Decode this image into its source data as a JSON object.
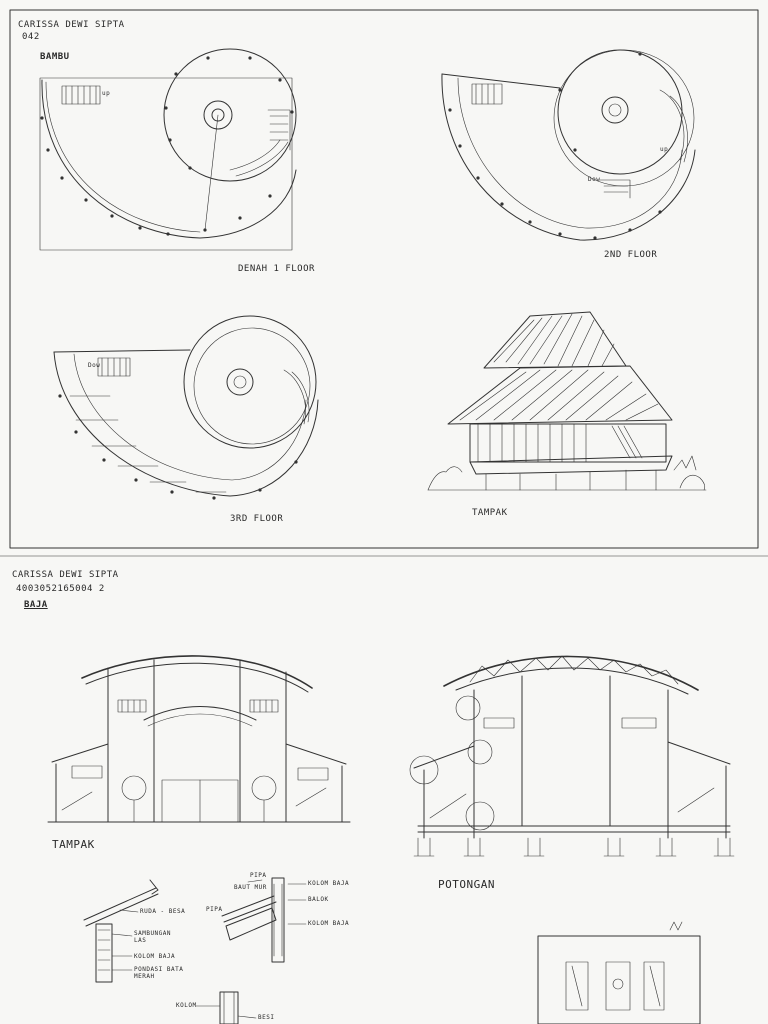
{
  "sheet1": {
    "author": "CARISSA DEWI SIPTA",
    "author_id": "042",
    "material": "BAMBU",
    "captions": {
      "floor1": "DENAH 1 FLOOR",
      "floor2": "2ND FLOOR",
      "floor3": "3RD FLOOR",
      "elevation": "TAMPAK"
    },
    "small_labels": {
      "up1": "up",
      "down2": "Dow",
      "up2": "up",
      "down3": "Dow"
    }
  },
  "sheet2": {
    "author": "CARISSA DEWI SIPTA",
    "author_id": "4003052165004 2",
    "material": "BAJA",
    "captions": {
      "elevation": "TAMPAK",
      "section": "POTONGAN"
    },
    "detail_labels": {
      "a1": "RUDA - BESA",
      "a2": "SAMBUNGAN LAS",
      "a3": "KOLOM BAJA",
      "a4": "PONDASI BATA MERAH",
      "b1": "PIPA",
      "b2": "BAUT MUR",
      "b3": "PIPA",
      "b4": "KOLOM BAJA",
      "b5": "BALOK",
      "b6": "KOLOM BAJA",
      "c1": "KOLOM",
      "c2": "BESI"
    }
  }
}
